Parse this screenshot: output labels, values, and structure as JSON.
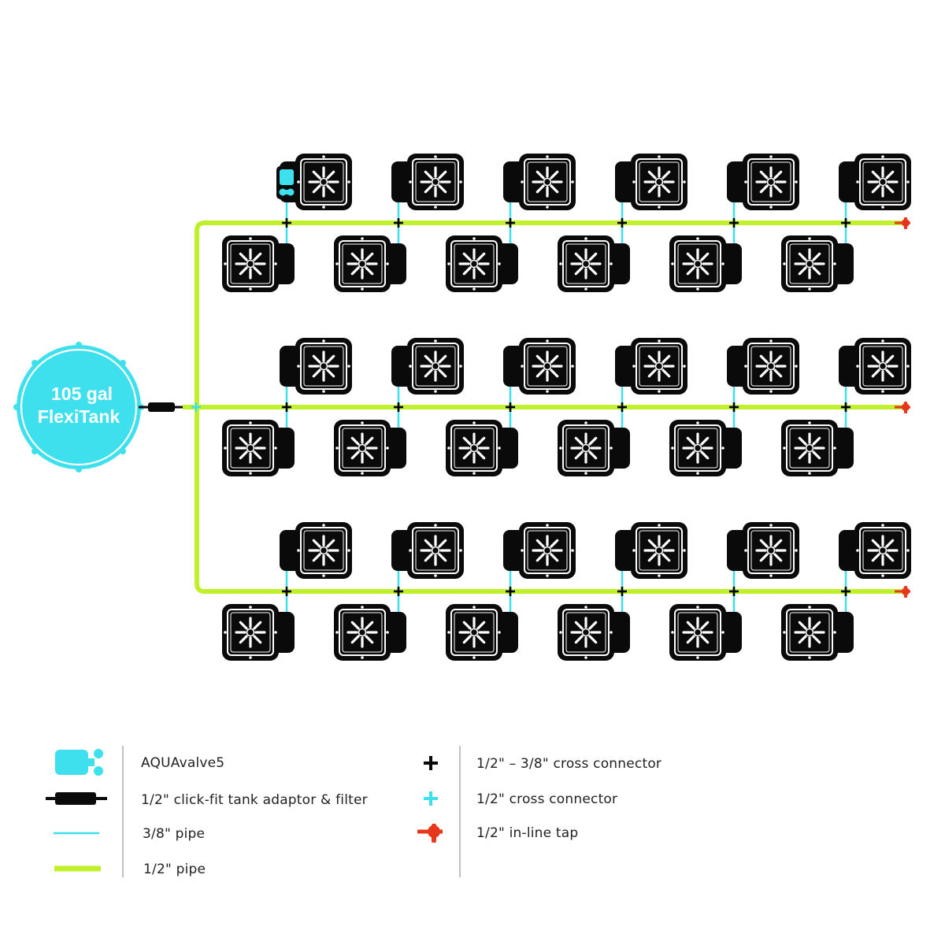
{
  "tank": {
    "label_line1": "105 gal",
    "label_line2": "FlexiTank"
  },
  "legend": {
    "left": [
      {
        "icon": "aquavalve-icon",
        "label": "AQUAvalve5"
      },
      {
        "icon": "tank-adaptor-filter-icon",
        "label": "1/2\" click-fit tank adaptor & filter"
      },
      {
        "icon": "three-eighths-pipe-icon",
        "label": "3/8\" pipe"
      },
      {
        "icon": "half-inch-pipe-icon",
        "label": "1/2\" pipe"
      }
    ],
    "right": [
      {
        "icon": "black-cross-connector-icon",
        "label": "1/2\" – 3/8\" cross connector"
      },
      {
        "icon": "cyan-cross-connector-icon",
        "label": "1/2\" cross connector"
      },
      {
        "icon": "inline-tap-icon",
        "label": "1/2\" in-line tap"
      }
    ]
  },
  "colors": {
    "tank": "#3ee0ee",
    "half_inch_pipe": "#bff02a",
    "three_eighths_pipe": "#3ee0ee",
    "connector": "#000000",
    "tap": "#e8361c",
    "pot": "#0a0a0a",
    "legend_divider": "#999999"
  }
}
